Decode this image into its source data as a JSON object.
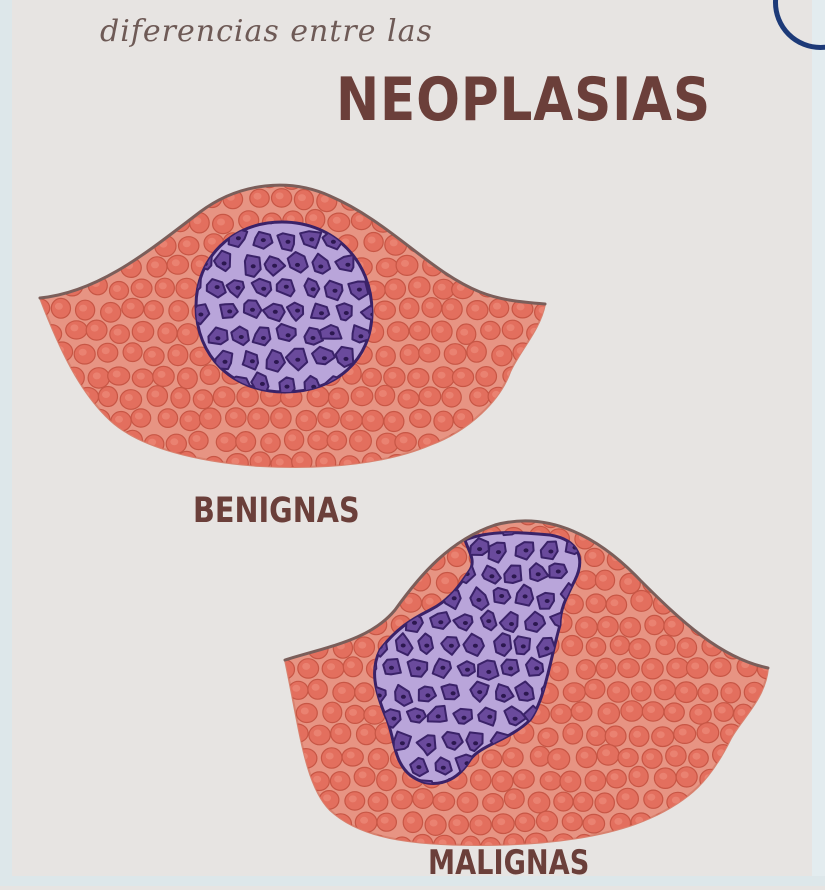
{
  "header": {
    "subtitle": "diferencias entre las",
    "title": "NEOPLASIAS"
  },
  "panels": [
    {
      "label": "BENIGNAS",
      "tumor_shape": "encapsulated-round"
    },
    {
      "label": "MALIGNAS",
      "tumor_shape": "infiltrating-irregular"
    }
  ],
  "colors": {
    "background": "#e7e4e2",
    "tissue": "#e79483",
    "tissue_cell": "#e36f5e",
    "tissue_cell_outline": "#c75645",
    "tumor_matrix": "#b9a5da",
    "tumor_cell": "#6a4a9c",
    "tumor_cell_outline": "#3a2268",
    "skin_line": "#7b5e5a",
    "title": "#6b3f3a"
  }
}
